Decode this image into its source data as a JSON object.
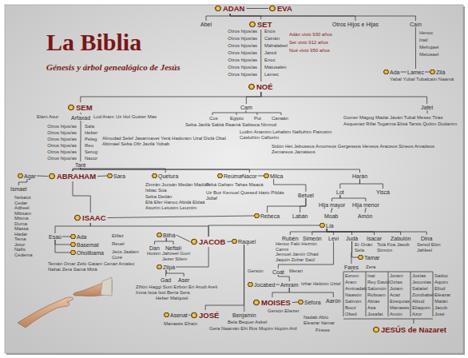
{
  "diagram": {
    "title": "La Biblia",
    "nodes": [
      {
        "text": [
          "ADAN"
        ]
      },
      {
        "text": [
          "EVA"
        ]
      },
      {
        "text": [
          "Abel"
        ]
      },
      {
        "text": [
          "SET"
        ]
      },
      {
        "text": [
          "Otros Hijos e Hijas"
        ]
      },
      {
        "text": [
          "Caín"
        ]
      },
      {
        "text": [
          "Ada"
        ]
      },
      {
        "text": [
          "Lamec"
        ]
      },
      {
        "text": [
          "Zilá"
        ]
      },
      {
        "text": [
          "NOÉ"
        ]
      },
      {
        "text": [
          "SEM"
        ]
      },
      {
        "text": [
          "Cam"
        ]
      },
      {
        "text": [
          "Jafet"
        ]
      },
      {
        "text": [
          "Arfaxad"
        ]
      },
      {
        "text": [
          "Taré"
        ]
      },
      {
        "text": [
          "Agar"
        ]
      },
      {
        "text": [
          "ABRAHAM"
        ]
      },
      {
        "text": [
          "Sara"
        ]
      },
      {
        "text": [
          "Quetura"
        ]
      },
      {
        "text": [
          "Reúma"
        ]
      },
      {
        "text": [
          "Nacor"
        ]
      },
      {
        "text": [
          "Milca"
        ]
      },
      {
        "text": [
          "Harán"
        ]
      },
      {
        "text": [
          "Ismael"
        ]
      },
      {
        "text": [
          "ISAAC"
        ]
      },
      {
        "text": [
          "Betuel"
        ]
      },
      {
        "text": [
          "Rebeca"
        ]
      },
      {
        "text": [
          "Labán"
        ]
      },
      {
        "text": [
          "Lot"
        ]
      },
      {
        "text": [
          "Yiscá"
        ]
      },
      {
        "text": [
          "Hija mayor"
        ]
      },
      {
        "text": [
          "Hija menor"
        ]
      },
      {
        "text": [
          "Moab"
        ]
      },
      {
        "text": [
          "Amón"
        ]
      },
      {
        "text": [
          "Esaú"
        ]
      },
      {
        "text": [
          "Ada"
        ]
      },
      {
        "text": [
          "Basemat"
        ]
      },
      {
        "text": [
          "Oholibama"
        ]
      },
      {
        "text": [
          "JACOB"
        ]
      },
      {
        "text": [
          "Bilhá"
        ]
      },
      {
        "text": [
          "Raquel"
        ]
      },
      {
        "text": [
          "Lía"
        ]
      },
      {
        "text": [
          "Zilpá"
        ]
      },
      {
        "text": [
          "Dan"
        ]
      },
      {
        "text": [
          "Neftalí"
        ]
      },
      {
        "text": [
          "Gad"
        ]
      },
      {
        "text": [
          "Aser"
        ]
      },
      {
        "text": [
          "Rubén"
        ]
      },
      {
        "text": [
          "Simeón"
        ]
      },
      {
        "text": [
          "Leví"
        ]
      },
      {
        "text": [
          "Judá"
        ]
      },
      {
        "text": [
          "Isacar"
        ]
      },
      {
        "text": [
          "Zabulón"
        ]
      },
      {
        "text": [
          "Dina"
        ]
      },
      {
        "text": [
          "Tamar"
        ]
      },
      {
        "text": [
          "Fares"
        ]
      },
      {
        "text": [
          "Coat"
        ]
      },
      {
        "text": [
          "Jocabed"
        ]
      },
      {
        "text": [
          "Amram"
        ]
      },
      {
        "text": [
          "MOISES"
        ]
      },
      {
        "text": [
          "Séfora"
        ]
      },
      {
        "text": [
          "Aarón"
        ]
      },
      {
        "text": [
          "Asenat"
        ]
      },
      {
        "text": [
          "JOSÉ"
        ]
      },
      {
        "text": [
          "Benjamín"
        ]
      },
      {
        "text": [
          "JESÚS de Nazaret"
        ]
      }
    ],
    "edges": [
      {
        "from": 0,
        "to": 1,
        "arrow": "none"
      },
      {
        "from": 0,
        "to": 2,
        "arrow": "none"
      },
      {
        "from": 0,
        "to": 3,
        "arrow": "none"
      },
      {
        "from": 0,
        "to": 4,
        "arrow": "none"
      },
      {
        "from": 0,
        "to": 5,
        "arrow": "none"
      },
      {
        "from": 3,
        "to": 9,
        "arrow": "none"
      },
      {
        "from": 5,
        "to": 7,
        "arrow": "none"
      },
      {
        "from": 6,
        "to": 7,
        "arrow": "none"
      },
      {
        "from": 7,
        "to": 8,
        "arrow": "none"
      },
      {
        "from": 9,
        "to": 10,
        "arrow": "none"
      },
      {
        "from": 9,
        "to": 11,
        "arrow": "none"
      },
      {
        "from": 9,
        "to": 12,
        "arrow": "none"
      },
      {
        "from": 10,
        "to": 13,
        "arrow": "none"
      },
      {
        "from": 13,
        "to": 14,
        "arrow": "none"
      },
      {
        "from": 14,
        "to": 16,
        "arrow": "none"
      },
      {
        "from": 14,
        "to": 20,
        "arrow": "none"
      },
      {
        "from": 14,
        "to": 22,
        "arrow": "none"
      },
      {
        "from": 15,
        "to": 16,
        "arrow": "none"
      },
      {
        "from": 16,
        "to": 17,
        "arrow": "none"
      },
      {
        "from": 16,
        "to": 18,
        "arrow": "none"
      },
      {
        "from": 19,
        "to": 20,
        "arrow": "none"
      },
      {
        "from": 20,
        "to": 21,
        "arrow": "none"
      },
      {
        "from": 15,
        "to": 23,
        "arrow": "none"
      },
      {
        "from": 16,
        "to": 24,
        "arrow": "none"
      },
      {
        "from": 21,
        "to": 25,
        "arrow": "none"
      },
      {
        "from": 25,
        "to": 26,
        "arrow": "none"
      },
      {
        "from": 25,
        "to": 27,
        "arrow": "none"
      },
      {
        "from": 22,
        "to": 28,
        "arrow": "none"
      },
      {
        "from": 22,
        "to": 29,
        "arrow": "none"
      },
      {
        "from": 28,
        "to": 30,
        "arrow": "none"
      },
      {
        "from": 28,
        "to": 31,
        "arrow": "none"
      },
      {
        "from": 30,
        "to": 32,
        "arrow": "none"
      },
      {
        "from": 31,
        "to": 33,
        "arrow": "none"
      },
      {
        "from": 24,
        "to": 26,
        "arrow": "none"
      },
      {
        "from": 24,
        "to": 34,
        "arrow": "none"
      },
      {
        "from": 24,
        "to": 38,
        "arrow": "none"
      },
      {
        "from": 34,
        "to": 35,
        "arrow": "none"
      },
      {
        "from": 34,
        "to": 36,
        "arrow": "none"
      },
      {
        "from": 34,
        "to": 37,
        "arrow": "none"
      },
      {
        "from": 39,
        "to": 38,
        "arrow": "none"
      },
      {
        "from": 38,
        "to": 40,
        "arrow": "none"
      },
      {
        "from": 38,
        "to": 41,
        "arrow": "none"
      },
      {
        "from": 38,
        "to": 42,
        "arrow": "none"
      },
      {
        "from": 39,
        "to": 43,
        "arrow": "none"
      },
      {
        "from": 39,
        "to": 44,
        "arrow": "none"
      },
      {
        "from": 42,
        "to": 45,
        "arrow": "none"
      },
      {
        "from": 42,
        "to": 46,
        "arrow": "none"
      },
      {
        "from": 41,
        "to": 47,
        "arrow": "none"
      },
      {
        "from": 41,
        "to": 48,
        "arrow": "none"
      },
      {
        "from": 41,
        "to": 49,
        "arrow": "none"
      },
      {
        "from": 41,
        "to": 50,
        "arrow": "none"
      },
      {
        "from": 41,
        "to": 51,
        "arrow": "none"
      },
      {
        "from": 41,
        "to": 52,
        "arrow": "none"
      },
      {
        "from": 41,
        "to": 53,
        "arrow": "none"
      },
      {
        "from": 50,
        "to": 54,
        "arrow": "none"
      },
      {
        "from": 50,
        "to": 55,
        "arrow": "none"
      },
      {
        "from": 49,
        "to": 56,
        "arrow": "none"
      },
      {
        "from": 56,
        "to": 58,
        "arrow": "none"
      },
      {
        "from": 57,
        "to": 58,
        "arrow": "none"
      },
      {
        "from": 58,
        "to": 59,
        "arrow": "none"
      },
      {
        "from": 58,
        "to": 61,
        "arrow": "none"
      },
      {
        "from": 59,
        "to": 60,
        "arrow": "none"
      },
      {
        "from": 40,
        "to": 63,
        "arrow": "none"
      },
      {
        "from": 40,
        "to": 64,
        "arrow": "none"
      },
      {
        "from": 62,
        "to": 63,
        "arrow": "none"
      }
    ],
    "labels": [
      "Génesis y árbol genealógico de Jesús",
      "Otros hijos/as",
      "Otros hijos/as",
      "Otros hijos/as",
      "Otros hijos/as",
      "Otros hijos/as",
      "Otros hijos/as",
      "Otros hijos/as",
      "Enós",
      "Cainán",
      "Mahalaleel",
      "Jared",
      "Enoc",
      "Matusalén",
      "Lamec",
      "Adán vivió 930 años",
      "Set vivió 912 años",
      "Noé vivió 950 años",
      "Henoc",
      "Irad",
      "Mehujael",
      "Metusael",
      "Yabal Yubal Tubalcaín Naamá",
      "Elam Asur",
      "Lud Aram",
      "Uz Hul Guéter Mas",
      "Cus",
      "Egipto",
      "Put",
      "Canaán",
      "Seba Javilá Sabtá Raamá Sabteca Nimrod",
      "Ludim Anamim Lehabim Naftuhim Patrusim Casluhim Caftorim",
      "Sidón Het Jebuseos Amorreos Gergeseos Heveos Araceos Sineos Arvadeos Zemareos Jamateos",
      "Gomer Magog Madai Javán Tubal Mesec Tiras",
      "Asquenaz Rifat Togarma Elisá Tarsis Quitim Dodanim",
      "Otros hijos/as",
      "Otros hijos/as",
      "Otros hijos/as",
      "Otros hijos/as",
      "Otros hijos/as",
      "Otros hijos/as",
      "Sala",
      "Heber",
      "Peleg",
      "Reu",
      "Serug",
      "Nacor",
      "Almodad Selef Jasarmavet Yerá Hadoram Uzal Diclá Obal Abimael Seba Ofir Javilá Yobab",
      "Zimrán Jocsán Medán Madián Isbac Súa",
      "Seba Dedán",
      "Efá Efer Hanoc Abidá Eldaá",
      "Asurim Letusim Leumim",
      "Tebá Gaham Tahas Maacá",
      "Uz Buz Kemuel Quesed Hazo Pildás Jidlaf",
      "Nebaiot",
      "Cedar",
      "Adbeel",
      "Mibsam",
      "Misma",
      "Duma",
      "Massa",
      "Hadar",
      "Tema",
      "Jetur",
      "Nafis",
      "Cedema",
      "Elifaz",
      "Reuel",
      "Jeús Jaalam Coré",
      "Temán Omar Zefo Gatam Cenaz Amalec",
      "Nahat Zera Samá Mizá",
      "Husim",
      "Jahzeel Guni Jezer Silem",
      "Zifión Haggi Suni Ezbón Eri Arodi Areli",
      "Imna Isúa Isúi Bería Sera",
      "Heber Malquiel",
      "Henoc Falú Hezrón Carmi",
      "Jemuel Jamín Ohad Jaquín Zohar Saúl",
      "Er Onán Sela",
      "Tolá Fúa Jasub Simrón",
      "Sered Elón Jahleel",
      "Zera",
      "Gersón",
      "Merari",
      "Izhar Hebrón Uziel",
      "Gersón Eliezer",
      "Nadab Abiú Eleazar Itamar",
      "Finees",
      "Manasés Efraín",
      "Bela Bequer Asbel",
      "Gera Naamán Ehi Ros Mupim Hupim Ard",
      "Esrom",
      "Aram",
      "Aminadab",
      "Naasón",
      "Salmón",
      "Booz",
      "Obed",
      "Isaí",
      "Rey David",
      "Salomón",
      "Roboam",
      "Abías",
      "Asa",
      "Josafat",
      "Joram",
      "Ozías",
      "Jotam",
      "Acaz",
      "Ezequías",
      "Manasés",
      "Amón",
      "Josías",
      "Jeconías",
      "Salatiel",
      "Zorobabel",
      "Abiud",
      "Eliaquim",
      "Azor",
      "Sadoc",
      "Aquim",
      "Eliud",
      "Eleazar",
      "Matán",
      "Jacob",
      "José"
    ]
  }
}
